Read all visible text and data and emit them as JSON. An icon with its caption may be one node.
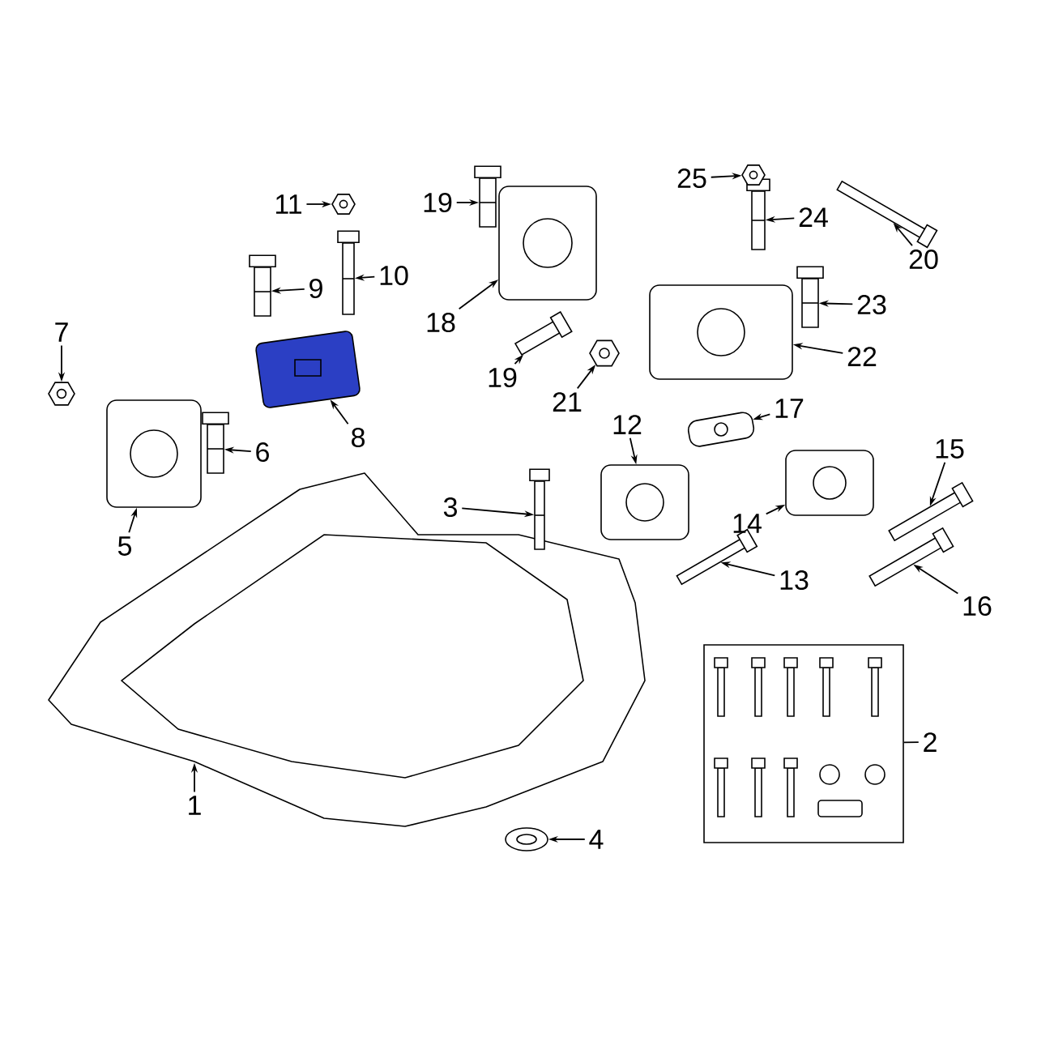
{
  "diagram": {
    "nodes": [
      {
        "text": [
          "1"
        ]
      },
      {
        "text": [],
        "shape": "picture"
      },
      {
        "text": [
          "2"
        ]
      },
      {
        "text": [],
        "shape": "box"
      },
      {
        "text": [
          "3"
        ]
      },
      {
        "text": [],
        "shape": "picture"
      },
      {
        "text": [
          "4"
        ]
      },
      {
        "text": [],
        "shape": "picture"
      },
      {
        "text": [
          "5"
        ]
      },
      {
        "text": [],
        "shape": "picture"
      },
      {
        "text": [
          "6"
        ]
      },
      {
        "text": [],
        "shape": "picture"
      },
      {
        "text": [
          "7"
        ]
      },
      {
        "text": [],
        "shape": "picture"
      },
      {
        "text": [
          "8"
        ]
      },
      {
        "text": [],
        "shape": "picture"
      },
      {
        "text": [
          "9"
        ]
      },
      {
        "text": [],
        "shape": "picture"
      },
      {
        "text": [
          "10"
        ]
      },
      {
        "text": [],
        "shape": "picture"
      },
      {
        "text": [
          "11"
        ]
      },
      {
        "text": [],
        "shape": "picture"
      },
      {
        "text": [
          "12"
        ]
      },
      {
        "text": [],
        "shape": "picture"
      },
      {
        "text": [
          "13"
        ]
      },
      {
        "text": [],
        "shape": "picture"
      },
      {
        "text": [
          "14"
        ]
      },
      {
        "text": [],
        "shape": "picture"
      },
      {
        "text": [
          "15"
        ]
      },
      {
        "text": [],
        "shape": "picture"
      },
      {
        "text": [
          "16"
        ]
      },
      {
        "text": [],
        "shape": "picture"
      },
      {
        "text": [
          "17"
        ]
      },
      {
        "text": [],
        "shape": "picture"
      },
      {
        "text": [
          "18"
        ]
      },
      {
        "text": [],
        "shape": "picture"
      },
      {
        "text": [
          "19"
        ]
      },
      {
        "text": [],
        "shape": "picture"
      },
      {
        "text": [
          "19"
        ]
      },
      {
        "text": [],
        "shape": "picture"
      },
      {
        "text": [
          "20"
        ]
      },
      {
        "text": [],
        "shape": "picture"
      },
      {
        "text": [
          "21"
        ]
      },
      {
        "text": [],
        "shape": "picture"
      },
      {
        "text": [
          "22"
        ]
      },
      {
        "text": [],
        "shape": "picture"
      },
      {
        "text": [
          "23"
        ]
      },
      {
        "text": [],
        "shape": "picture"
      },
      {
        "text": [
          "24"
        ]
      },
      {
        "text": [],
        "shape": "picture"
      },
      {
        "text": [
          "25"
        ]
      },
      {
        "text": [],
        "shape": "picture"
      }
    ],
    "edges": [
      {
        "from": 0,
        "to": 1,
        "arrow": "to"
      },
      {
        "from": 2,
        "to": 3,
        "arrow": "none"
      },
      {
        "from": 4,
        "to": 5,
        "arrow": "to"
      },
      {
        "from": 6,
        "to": 7,
        "arrow": "to"
      },
      {
        "from": 8,
        "to": 9,
        "arrow": "to"
      },
      {
        "from": 10,
        "to": 11,
        "arrow": "to"
      },
      {
        "from": 12,
        "to": 13,
        "arrow": "to"
      },
      {
        "from": 14,
        "to": 15,
        "arrow": "to"
      },
      {
        "from": 16,
        "to": 17,
        "arrow": "to"
      },
      {
        "from": 18,
        "to": 19,
        "arrow": "to"
      },
      {
        "from": 20,
        "to": 21,
        "arrow": "to"
      },
      {
        "from": 22,
        "to": 23,
        "arrow": "to"
      },
      {
        "from": 24,
        "to": 25,
        "arrow": "to"
      },
      {
        "from": 26,
        "to": 27,
        "arrow": "to"
      },
      {
        "from": 28,
        "to": 29,
        "arrow": "to"
      },
      {
        "from": 30,
        "to": 31,
        "arrow": "to"
      },
      {
        "from": 32,
        "to": 33,
        "arrow": "to"
      },
      {
        "from": 34,
        "to": 35,
        "arrow": "to"
      },
      {
        "from": 36,
        "to": 37,
        "arrow": "to"
      },
      {
        "from": 38,
        "to": 39,
        "arrow": "to"
      },
      {
        "from": 40,
        "to": 41,
        "arrow": "to"
      },
      {
        "from": 42,
        "to": 43,
        "arrow": "to"
      },
      {
        "from": 44,
        "to": 45,
        "arrow": "to"
      },
      {
        "from": 46,
        "to": 47,
        "arrow": "to"
      },
      {
        "from": 48,
        "to": 49,
        "arrow": "to"
      },
      {
        "from": 50,
        "to": 51,
        "arrow": "to"
      }
    ]
  }
}
